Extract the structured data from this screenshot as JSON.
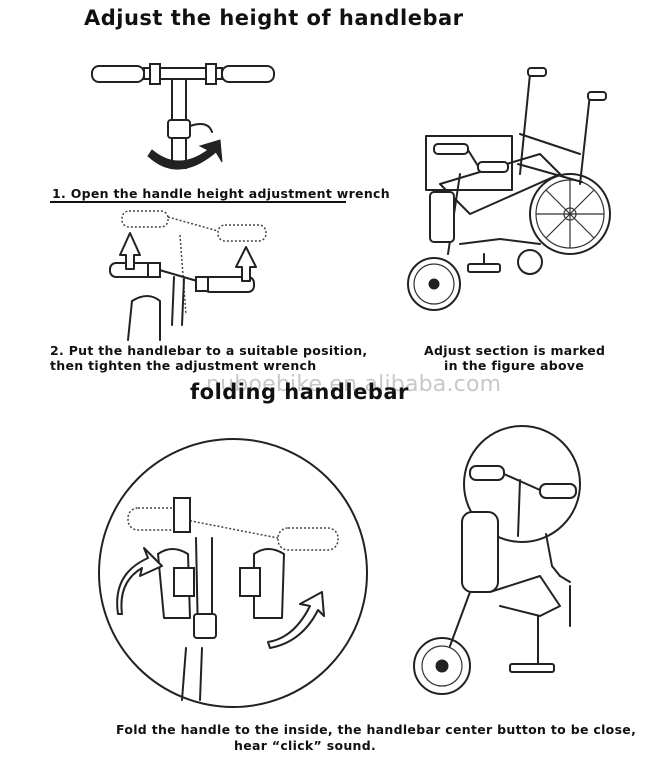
{
  "section1": {
    "title": "Adjust the height of handlebar",
    "step1": "1. Open the handle height adjustment wrench",
    "step2_line1": "2. Put the handlebar to a suitable position,",
    "step2_line2": "then tighten the adjustment wrench",
    "note_line1": "Adjust section is marked",
    "note_line2": "in the figure above"
  },
  "watermark": "nuboebike.en.alibaba.com",
  "section2": {
    "title": "folding handlebar",
    "caption_line1": "Fold the handle to the inside, the handlebar center button to be close,",
    "caption_line2": "hear “click” sound."
  },
  "icons": {
    "fig1": "handlebar-wrench-open-icon",
    "fig2": "handlebar-raise-icon",
    "fig3": "wheelchair-with-attachment-icon",
    "fig4": "handlebar-fold-closeup-icon",
    "fig5": "folded-attachment-icon"
  }
}
